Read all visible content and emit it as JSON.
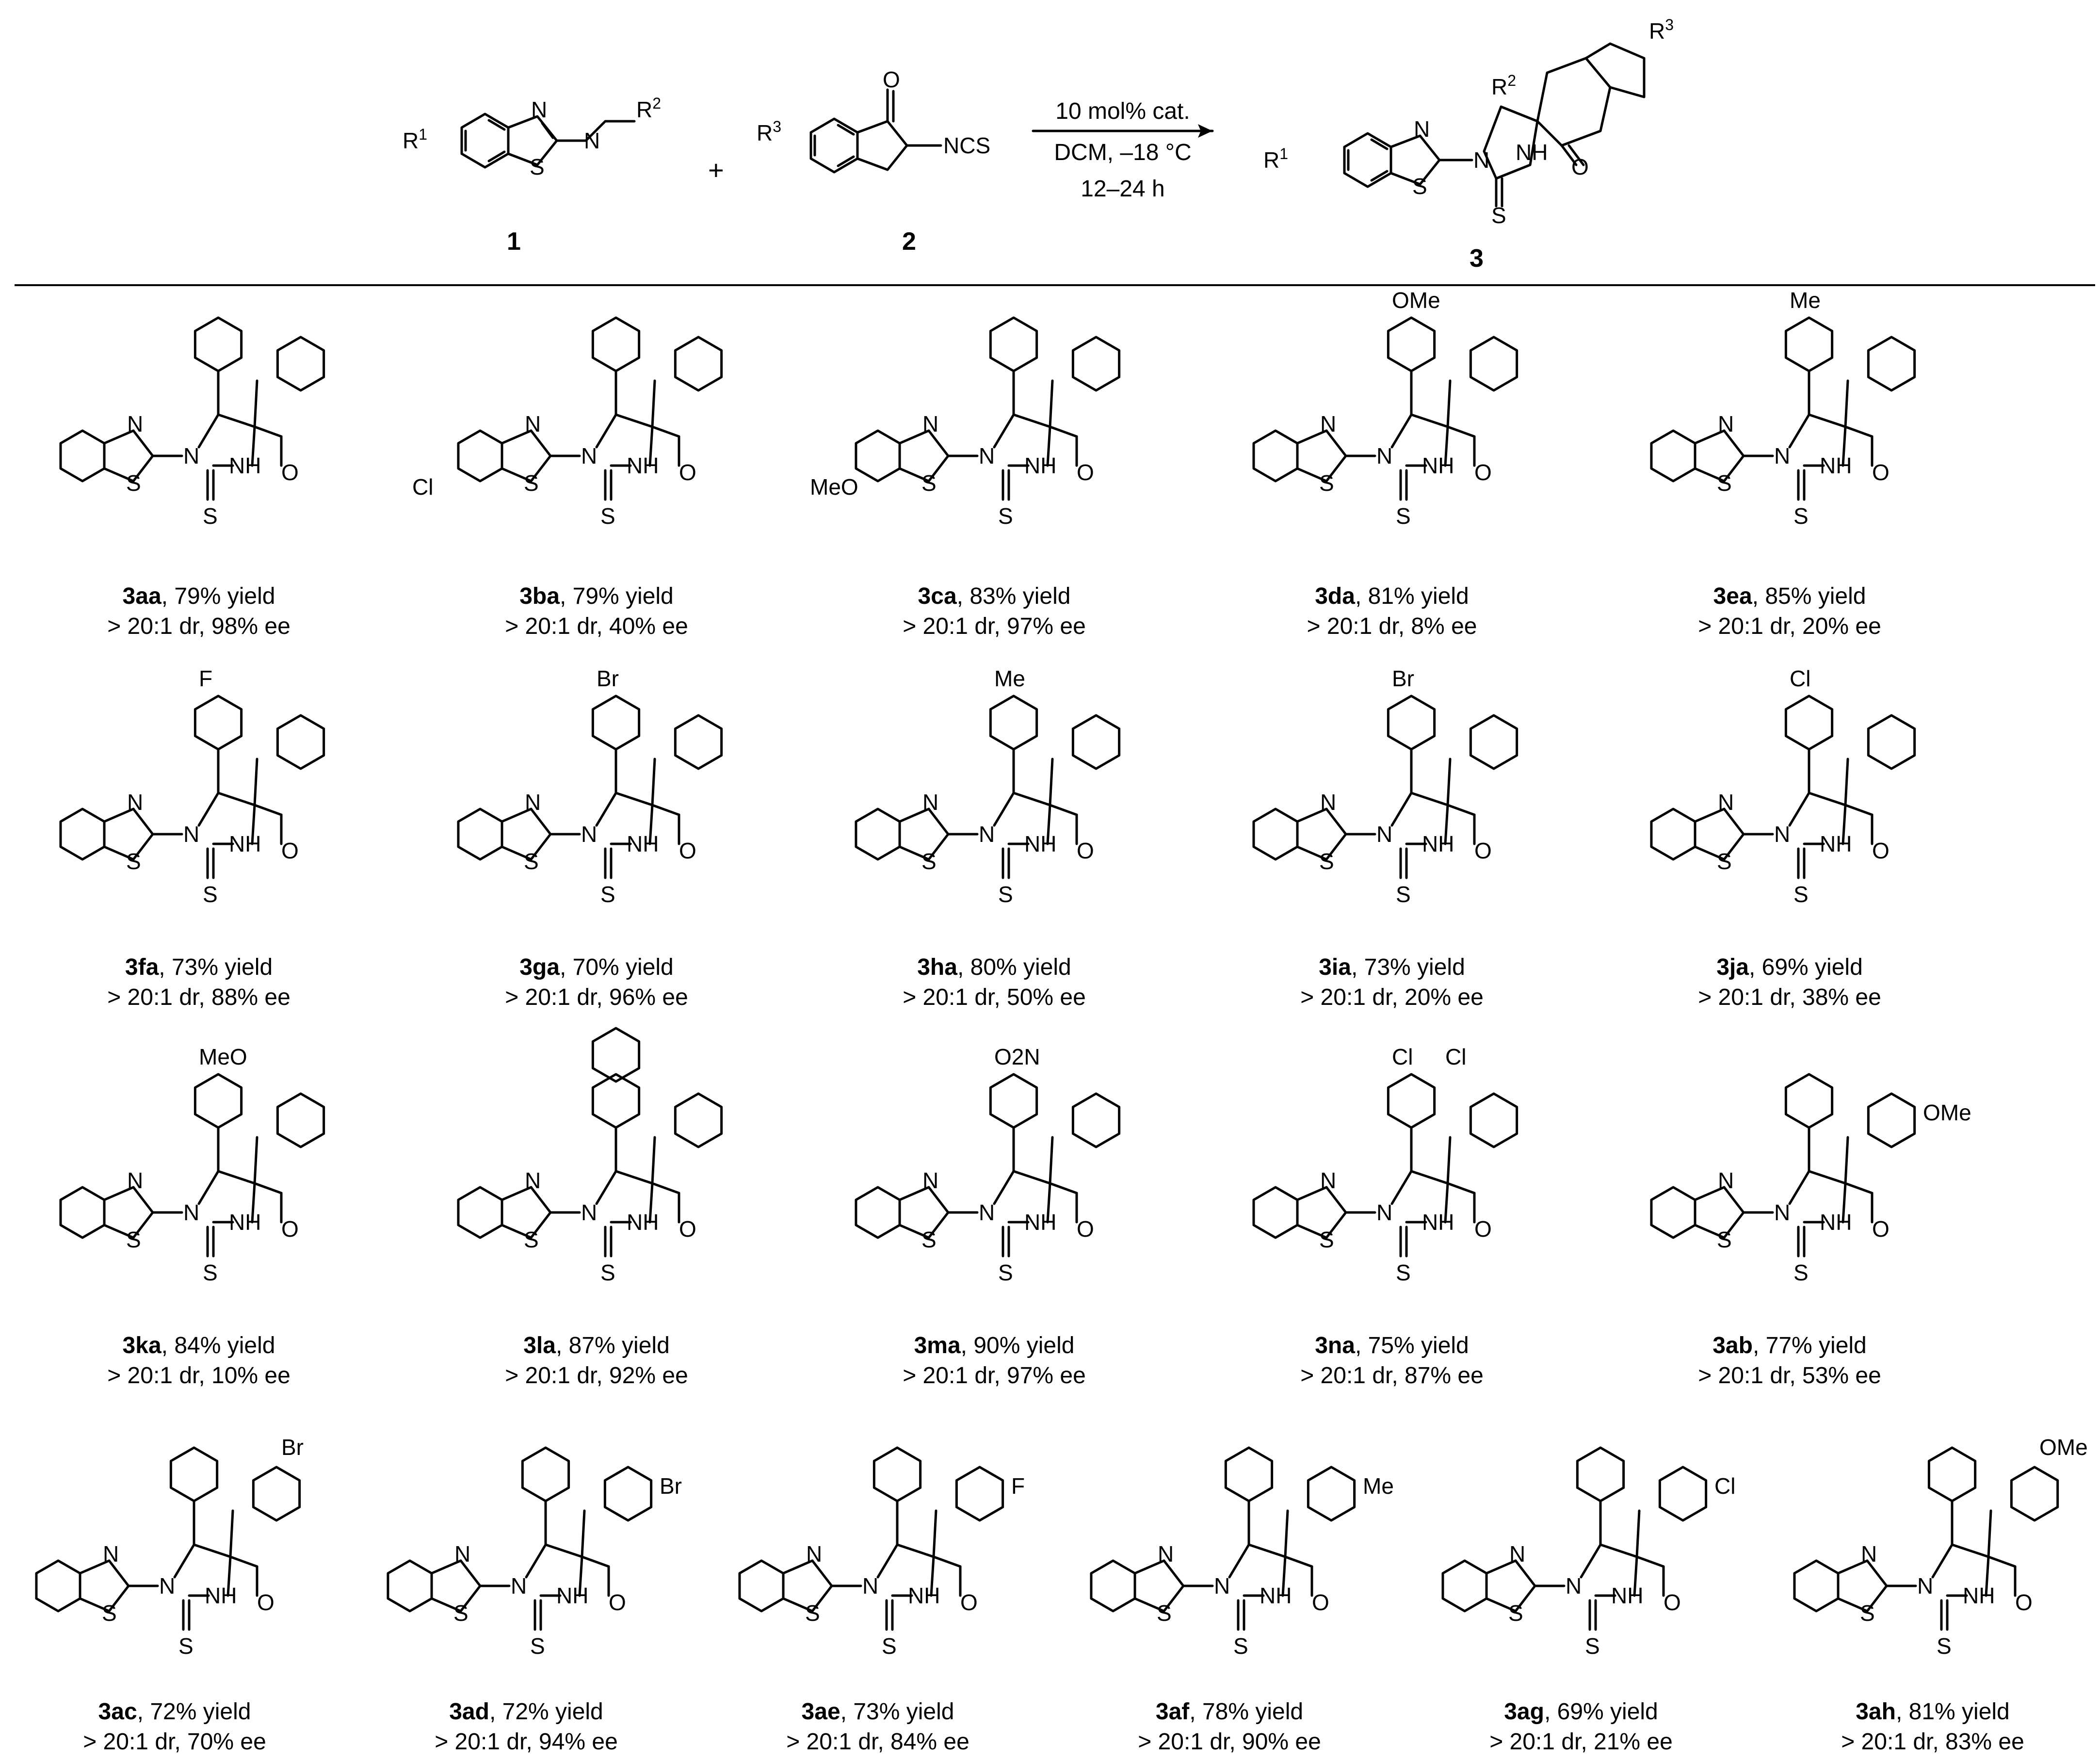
{
  "scheme": {
    "reactant_1": {
      "number": "1",
      "r_group": "R",
      "r_sup": "1",
      "r2_group": "R",
      "r2_sup": "2",
      "n1": "N",
      "n2": "N",
      "s": "S"
    },
    "plus": "+",
    "reactant_2": {
      "number": "2",
      "r_group": "R",
      "r_sup": "3",
      "o": "O",
      "ncs": "NCS"
    },
    "conditions": {
      "catalyst": "10 mol% cat.",
      "solvent_temp": "DCM, –18 °C",
      "time": "12–24 h"
    },
    "product": {
      "number": "3",
      "r1": "R",
      "r1_sup": "1",
      "r2": "R",
      "r2_sup": "2",
      "r3": "R",
      "r3_sup": "3",
      "n": "N",
      "n2": "N",
      "nh": "NH",
      "o": "O",
      "s": "S",
      "s2": "S"
    }
  },
  "atoms": {
    "n": "N",
    "s": "S",
    "nh": "NH",
    "o": "O"
  },
  "entries": [
    {
      "id": "3aa",
      "yield": ", 79% yield",
      "selectivity": "> 20:1 dr, 98% ee",
      "substituent": "",
      "sub_pos": "none"
    },
    {
      "id": "3ba",
      "yield": ", 79% yield",
      "selectivity": "> 20:1 dr, 40% ee",
      "substituent": "Cl",
      "sub_pos": "benzothiazole"
    },
    {
      "id": "3ca",
      "yield": ", 83% yield",
      "selectivity": "> 20:1 dr, 97% ee",
      "substituent": "MeO",
      "sub_pos": "benzothiazole"
    },
    {
      "id": "3da",
      "yield": ", 81% yield",
      "selectivity": "> 20:1 dr, 8% ee",
      "substituent": "OMe",
      "sub_pos": "aryl-meta"
    },
    {
      "id": "3ea",
      "yield": ", 85% yield",
      "selectivity": "> 20:1 dr, 20% ee",
      "substituent": "Me",
      "sub_pos": "aryl-para"
    },
    {
      "id": "3fa",
      "yield": ", 73% yield",
      "selectivity": "> 20:1 dr, 88% ee",
      "substituent": "F",
      "sub_pos": "aryl-ortho"
    },
    {
      "id": "3ga",
      "yield": ", 70% yield",
      "selectivity": "> 20:1 dr, 96% ee",
      "substituent": "Br",
      "sub_pos": "aryl-ortho"
    },
    {
      "id": "3ha",
      "yield": ", 80% yield",
      "selectivity": "> 20:1 dr, 50% ee",
      "substituent": "Me",
      "sub_pos": "aryl-meta"
    },
    {
      "id": "3ia",
      "yield": ", 73% yield",
      "selectivity": "> 20:1 dr, 20% ee",
      "substituent": "Br",
      "sub_pos": "aryl-meta"
    },
    {
      "id": "3ja",
      "yield": ", 69% yield",
      "selectivity": "> 20:1 dr, 38% ee",
      "substituent": "Cl",
      "sub_pos": "aryl-ortho"
    },
    {
      "id": "3ka",
      "yield": ", 84% yield",
      "selectivity": "> 20:1 dr, 10% ee",
      "substituent": "MeO",
      "sub_pos": "aryl-para"
    },
    {
      "id": "3la",
      "yield": ", 87% yield",
      "selectivity": "> 20:1 dr, 92% ee",
      "substituent": "",
      "sub_pos": "naphthyl"
    },
    {
      "id": "3ma",
      "yield": ", 90% yield",
      "selectivity": "> 20:1 dr, 97% ee",
      "substituent": "O2N",
      "sub_pos": "aryl-para"
    },
    {
      "id": "3na",
      "yield": ", 75% yield",
      "selectivity": "> 20:1 dr, 87% ee",
      "substituent": "Cl",
      "substituent2": "Cl",
      "sub_pos": "aryl-2,5"
    },
    {
      "id": "3ab",
      "yield": ", 77% yield",
      "selectivity": "> 20:1 dr, 53% ee",
      "substituent": "OMe",
      "sub_pos": "indanone-right"
    },
    {
      "id": "3ac",
      "yield": ", 72% yield",
      "selectivity": "> 20:1 dr, 70% ee",
      "substituent": "Br",
      "sub_pos": "indanone-top"
    },
    {
      "id": "3ad",
      "yield": ", 72% yield",
      "selectivity": "> 20:1 dr, 94% ee",
      "substituent": "Br",
      "sub_pos": "indanone-right"
    },
    {
      "id": "3ae",
      "yield": ", 73% yield",
      "selectivity": "> 20:1 dr, 84% ee",
      "substituent": "F",
      "sub_pos": "indanone-right"
    },
    {
      "id": "3af",
      "yield": ", 78% yield",
      "selectivity": "> 20:1 dr, 90% ee",
      "substituent": "Me",
      "sub_pos": "indanone-right"
    },
    {
      "id": "3ag",
      "yield": ", 69% yield",
      "selectivity": "> 20:1 dr, 21% ee",
      "substituent": "Cl",
      "sub_pos": "indanone-right"
    },
    {
      "id": "3ah",
      "yield": ", 81% yield",
      "selectivity": "> 20:1 dr, 83% ee",
      "substituent": "OMe",
      "sub_pos": "indanone-top"
    }
  ]
}
